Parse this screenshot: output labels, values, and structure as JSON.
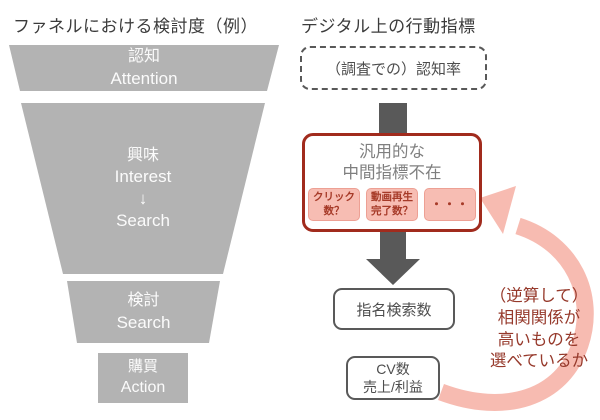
{
  "left_panel": {
    "title": "ファネルにおける検討度（例）",
    "funnel": [
      {
        "name": "awareness",
        "lines": [
          "認知",
          "Attention"
        ]
      },
      {
        "name": "interest",
        "lines": [
          "興味",
          "Interest",
          "↓",
          "Search"
        ]
      },
      {
        "name": "consideration",
        "lines": [
          "検討",
          "Search"
        ]
      },
      {
        "name": "purchase",
        "lines": [
          "購買",
          "Action"
        ]
      }
    ],
    "funnel_color": "#b3b3b3"
  },
  "right_panel": {
    "title": "デジタル上の行動指標",
    "awareness_box": {
      "label": "（調査での）認知率"
    },
    "gap_box": {
      "heading_line1": "汎用的な",
      "heading_line2": "中間指標不在",
      "border_color": "#a12b1d",
      "chip_bg_color": "#f7bdb3",
      "chips": [
        {
          "line1": "クリック",
          "line2": "数？"
        },
        {
          "line1": "動画再生",
          "line2": "完了数？"
        },
        {
          "line1": "・・・",
          "line2": ""
        }
      ]
    },
    "branded_search_box": {
      "label": "指名検索数"
    },
    "cv_box": {
      "line1": "CV数",
      "line2": "売上/利益"
    },
    "feedback_note": {
      "color": "#96392b",
      "lines": [
        "（逆算して）",
        "相関関係が",
        "高いものを",
        "選べているか"
      ]
    },
    "connector_color": "#595959",
    "feedback_arrow_color": "#f7bbb1"
  }
}
